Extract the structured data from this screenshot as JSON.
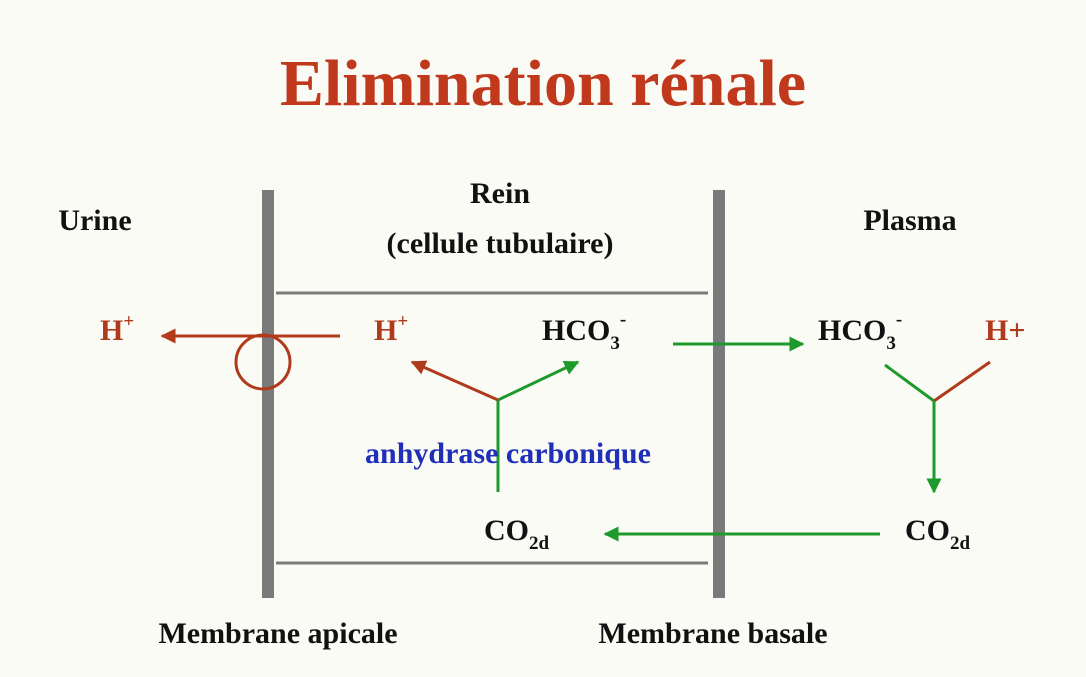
{
  "title": "Elimination rénale",
  "regions": {
    "urine": "Urine",
    "rein_line1": "Rein",
    "rein_line2": "(cellule tubulaire)",
    "plasma": "Plasma"
  },
  "membranes": {
    "apical": "Membrane apicale",
    "basal": "Membrane basale"
  },
  "species": {
    "h_urine": {
      "base": "H",
      "sup": "+"
    },
    "h_cell": {
      "base": "H",
      "sup": "+"
    },
    "hco3_cell": {
      "base": "HCO",
      "sub": "3",
      "sup": "-"
    },
    "hco3_plasma": {
      "base": "HCO",
      "sub": "3",
      "sup": "-"
    },
    "h_plasma": {
      "base": "H+"
    },
    "co2_cell": {
      "base": "CO",
      "sub": "2d"
    },
    "co2_plasma": {
      "base": "CO",
      "sub": "2d"
    }
  },
  "enzyme": "anhydrase carbonique",
  "colors": {
    "title": "#c1391c",
    "membrane": "#7a7a7a",
    "proton_arrow": "#b03a1c",
    "bicarbonate_arrow": "#1e9a2c",
    "enzyme_text": "#1f2fb8",
    "background": "#fbfbf6"
  }
}
